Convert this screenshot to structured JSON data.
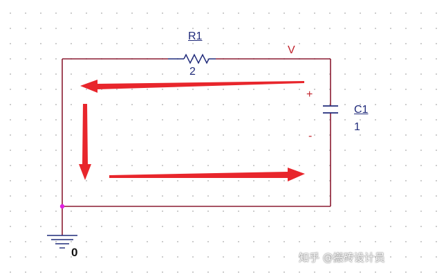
{
  "resistor": {
    "ref": "R1",
    "value": "2"
  },
  "capacitor": {
    "ref": "C1",
    "value": "1"
  },
  "net_label": "V",
  "polarity": {
    "plus": "+",
    "minus": "-"
  },
  "ground_label": "0",
  "watermark": "知乎 @搬砖设计员",
  "colors": {
    "wire": "#8a1a30",
    "component": "#1f2a7a",
    "arrow": "#e8262c",
    "node": "#e020e0",
    "label_red": "#c0202a",
    "label_navy": "#1f2a7a"
  }
}
